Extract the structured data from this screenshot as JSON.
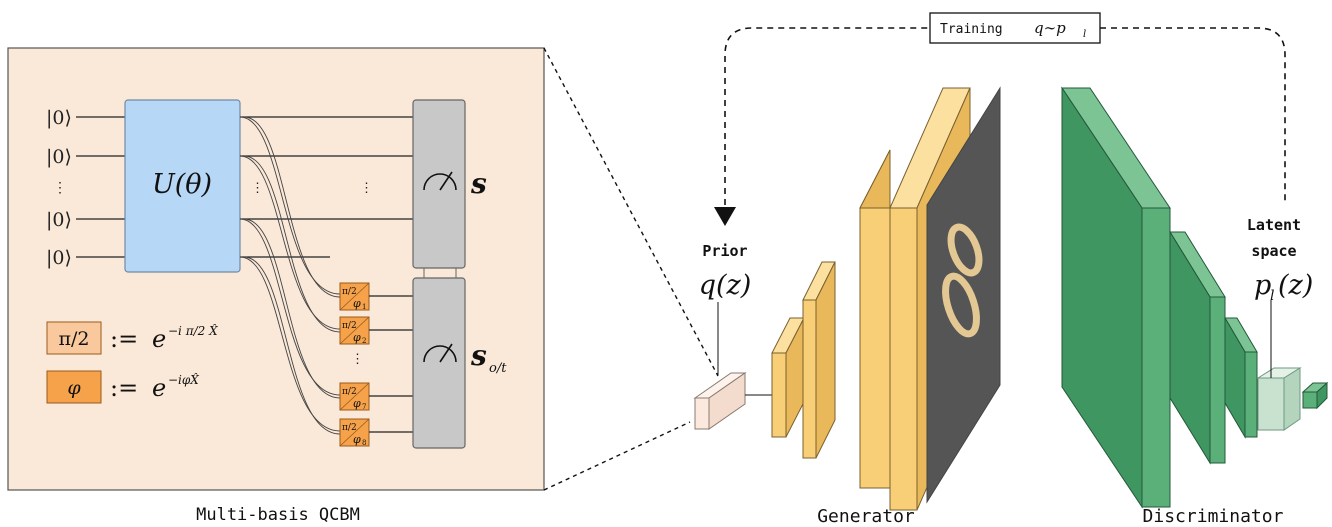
{
  "qcbm": {
    "title": "Multi-basis QCBM",
    "ket": "|0⟩",
    "vdots": "⋮",
    "unitary": "U(θ)",
    "measure_top": "s",
    "measure_bottom_main": "s",
    "measure_bottom_sub": "o/t",
    "rot_top": "π/2",
    "rot_subs": [
      "1",
      "2",
      "7",
      "8"
    ],
    "phi": "φ",
    "legend_pi_box": "π/2",
    "legend_phi_box": "φ",
    "defines": ":=",
    "exp_base": "e",
    "legend_pi_exp": "−i π/2 X̂",
    "legend_phi_exp": "−iφX̂"
  },
  "training": {
    "text": "Training ",
    "math_main": "q∼p",
    "math_sub": "l"
  },
  "prior": {
    "label": "Prior",
    "math": "q(z)"
  },
  "latent": {
    "label_line1": "Latent",
    "label_line2": "space",
    "math_main": "p",
    "math_sub": "l",
    "math_rest": "(z)"
  },
  "generator": {
    "label": "Generator"
  },
  "discriminator": {
    "label": "Discriminator"
  },
  "colors": {
    "panel_bg": "#fae8d8",
    "unitary_fill": "#b7d7f7",
    "measure_fill": "#c8c8c8",
    "rot_fill": "#f6a24a",
    "gen_front": "#f8cf76",
    "gen_side": "#e8b85a",
    "disc_front": "#5bb07a",
    "disc_side": "#3f9660",
    "prior_fill": "#fbe9de",
    "latent_fill": "#c9e2d0"
  }
}
